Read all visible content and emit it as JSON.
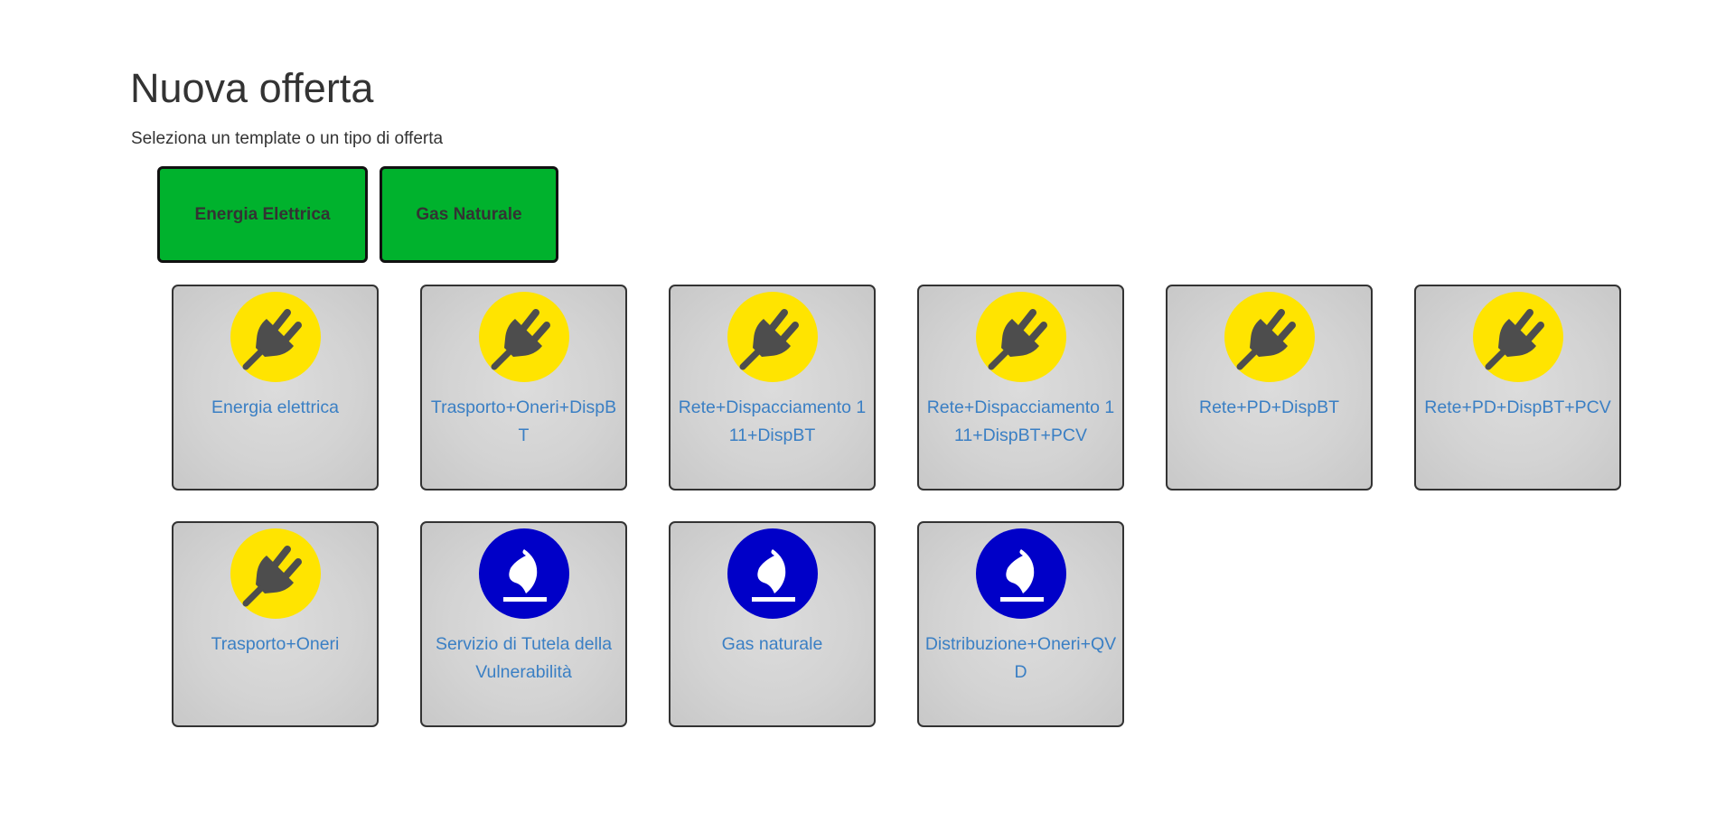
{
  "header": {
    "title": "Nuova offerta",
    "subtitle": "Seleziona un template o un tipo di offerta"
  },
  "categories": [
    {
      "label": "Energia Elettrica",
      "color": "#00b22d"
    },
    {
      "label": "Gas Naturale",
      "color": "#00b22d"
    }
  ],
  "icons": {
    "power": {
      "name": "power-plug-icon",
      "background": "#ffe400",
      "glyph_color": "#4d4d4d"
    },
    "gas": {
      "name": "gas-flame-icon",
      "background": "#0000c8",
      "glyph_color": "#ffffff"
    }
  },
  "templates": [
    {
      "label": "Energia elettrica",
      "icon": "power"
    },
    {
      "label": "Trasporto+Oneri+DispBT",
      "icon": "power"
    },
    {
      "label": "Rete+Dispacciamento 111+DispBT",
      "icon": "power"
    },
    {
      "label": "Rete+Dispacciamento 111+DispBT+PCV",
      "icon": "power"
    },
    {
      "label": "Rete+PD+DispBT",
      "icon": "power"
    },
    {
      "label": "Rete+PD+DispBT+PCV",
      "icon": "power"
    },
    {
      "label": "Trasporto+Oneri",
      "icon": "power"
    },
    {
      "label": "Servizio di Tutela della Vulnerabilità",
      "icon": "gas"
    },
    {
      "label": "Gas naturale",
      "icon": "gas"
    },
    {
      "label": "Distribuzione+Oneri+QVD",
      "icon": "gas"
    }
  ]
}
